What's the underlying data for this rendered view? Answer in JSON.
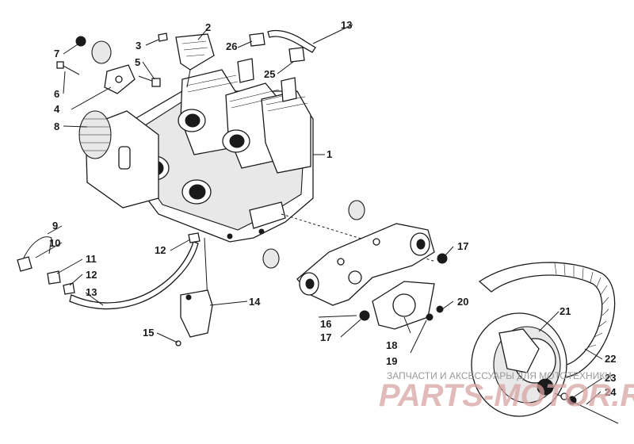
{
  "callouts": [
    "1",
    "2",
    "3",
    "4",
    "5",
    "6",
    "7",
    "8",
    "9",
    "10",
    "11",
    "12",
    "12",
    "13",
    "13",
    "14",
    "15",
    "16",
    "17",
    "17",
    "18",
    "19",
    "20",
    "21",
    "22",
    "23",
    "24",
    "25",
    "26"
  ],
  "watermark": {
    "tagline": "ЗАПЧАСТИ И АКСЕССУАРЫ ДЛЯ МОТОТЕХНИКИ",
    "brand": "PARTS-MOTOR.RU"
  },
  "colors": {
    "ink": "#1a1a1a",
    "watermark": "#d8a3a3"
  }
}
